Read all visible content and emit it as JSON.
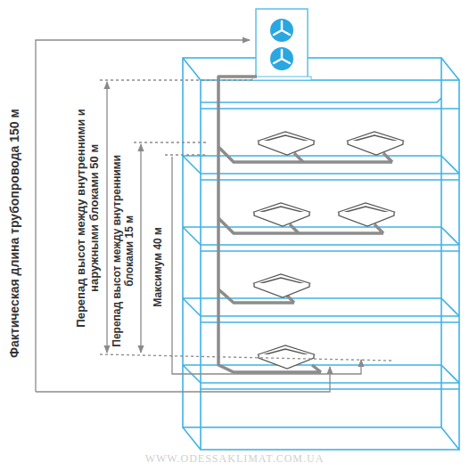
{
  "diagram": {
    "labels": [
      "Фактическая длина трубопровода 150 м",
      "Перепад высот между внутренними и наружными блоками 50 м",
      "Перепад высот между внутренними блоками 15 м",
      "Максимум 40 м",
      "WWW.ODESSAKLIMAT.COM.UA"
    ]
  }
}
